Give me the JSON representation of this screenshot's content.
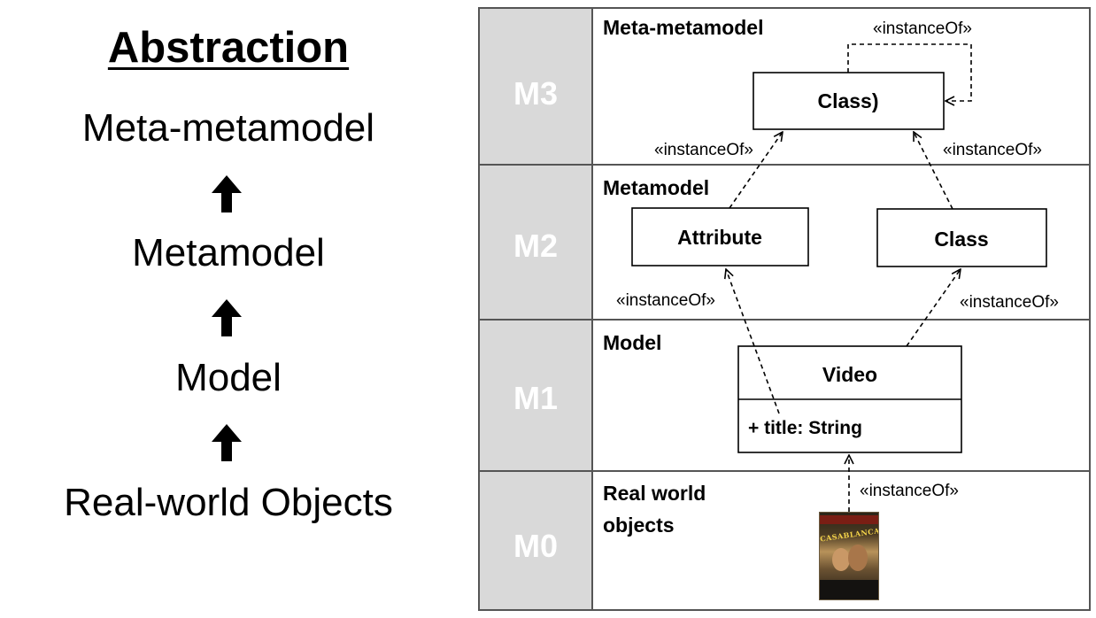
{
  "left": {
    "title": "Abstraction",
    "levels": [
      "Meta-metamodel",
      "Metamodel",
      "Model",
      "Real-world Objects"
    ]
  },
  "layers": [
    {
      "id": "M3",
      "name": "Meta-metamodel"
    },
    {
      "id": "M2",
      "name": "Metamodel"
    },
    {
      "id": "M1",
      "name": "Model"
    },
    {
      "id": "M0",
      "name_line1": "Real world",
      "name_line2": "objects"
    }
  ],
  "boxes": {
    "m3_class": "Class)",
    "m2_attribute": "Attribute",
    "m2_class": "Class",
    "m1_video": "Video",
    "m1_video_attr": "+ title: String"
  },
  "relation_label": "«instanceOf»",
  "movie": {
    "title": "CASABLANCA"
  },
  "colors": {
    "layer_column": "#d9d9d9",
    "layer_id_text": "#ffffff",
    "border": "#555555"
  }
}
